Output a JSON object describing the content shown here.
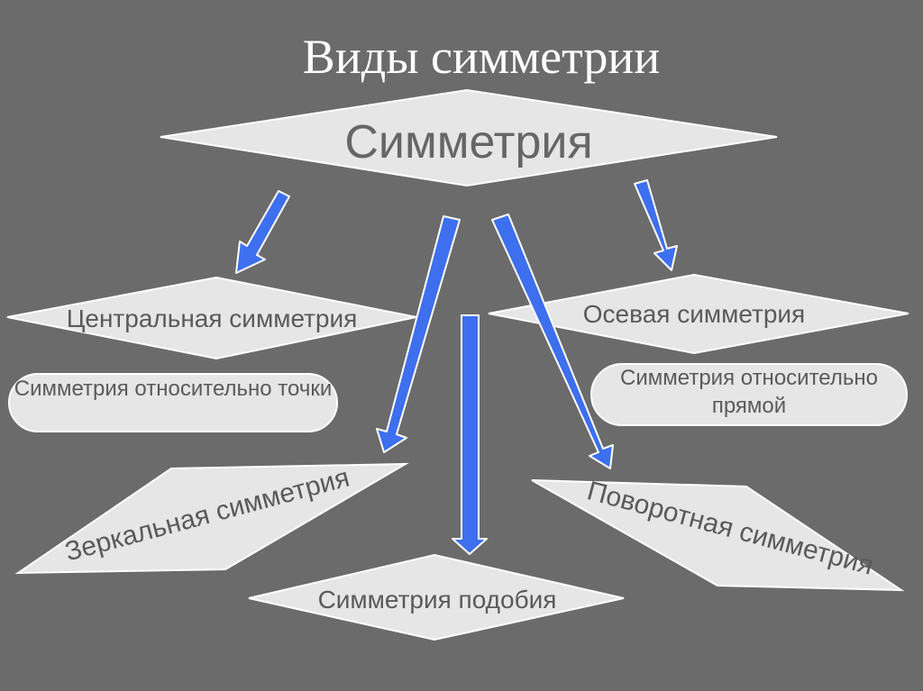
{
  "title": "Виды симметрии",
  "nodes": {
    "root": "Симметрия",
    "central": "Центральная симметрия",
    "central_desc": "Симметрия относительно точки",
    "axial": "Осевая симметрия",
    "axial_desc": "Симметрия относительно прямой",
    "mirror": "Зеркальная симметрия",
    "rotational": "Поворотная симметрия",
    "similarity": "Симметрия подобия"
  },
  "colors": {
    "background": "#6b6b6b",
    "shape_fill": "#e6e6e6",
    "shape_stroke": "#ffffff",
    "arrow_fill": "#3d6fef",
    "arrow_stroke": "#ffffff",
    "text": "#5a5a5a",
    "title": "#ffffff"
  },
  "edges": [
    {
      "from": "root",
      "to": "central"
    },
    {
      "from": "root",
      "to": "axial"
    },
    {
      "from": "root",
      "to": "mirror"
    },
    {
      "from": "root",
      "to": "similarity"
    },
    {
      "from": "root",
      "to": "rotational"
    }
  ]
}
